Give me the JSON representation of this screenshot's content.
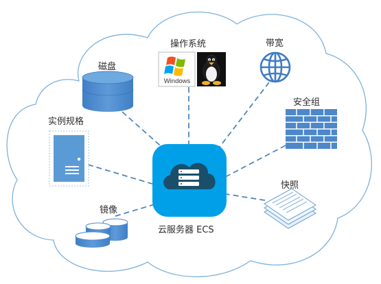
{
  "center": {
    "label": "云服务器 ECS",
    "icon": "cloud-server-icon"
  },
  "nodes": {
    "disk": {
      "label": "磁盘",
      "icon": "disk-icon"
    },
    "os": {
      "label": "操作系统",
      "windows_text": "Windows",
      "icons": [
        "windows-logo-icon",
        "linux-tux-icon"
      ]
    },
    "bandwidth": {
      "label": "带宽",
      "icon": "globe-icon"
    },
    "instance_type": {
      "label": "实例规格",
      "icon": "server-tower-icon"
    },
    "security_group": {
      "label": "安全组",
      "icon": "firewall-icon"
    },
    "image": {
      "label": "镜像",
      "icon": "disk-stack-icon"
    },
    "snapshot": {
      "label": "快照",
      "icon": "document-stack-icon"
    }
  },
  "colors": {
    "accent": "#00a0e9",
    "icon_blue": "#5b9bd5",
    "cloud_outline": "#7eb0db",
    "line": "#4f86b8"
  }
}
